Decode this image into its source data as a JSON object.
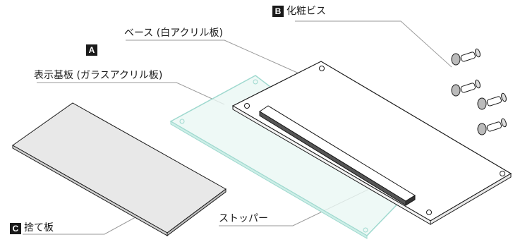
{
  "labels": {
    "screw": {
      "badge": "B",
      "text": "化粧ビス"
    },
    "base": {
      "text": "ベース (白アクリル板)"
    },
    "group_a": {
      "badge": "A"
    },
    "display": {
      "text": "表示基板 (ガラスアクリル板)"
    },
    "waste": {
      "badge": "C",
      "text": "捨て板"
    },
    "stopper": {
      "text": "ストッパー"
    }
  },
  "colors": {
    "line": "#1a1a1a",
    "leader": "#9a9a9a",
    "glass": "#9fd9cf",
    "glass_fill": "#eaf7f4",
    "waste_fill": "#dddddd",
    "stopper_fill": "#555555"
  },
  "icons": [
    "screw-icon"
  ]
}
